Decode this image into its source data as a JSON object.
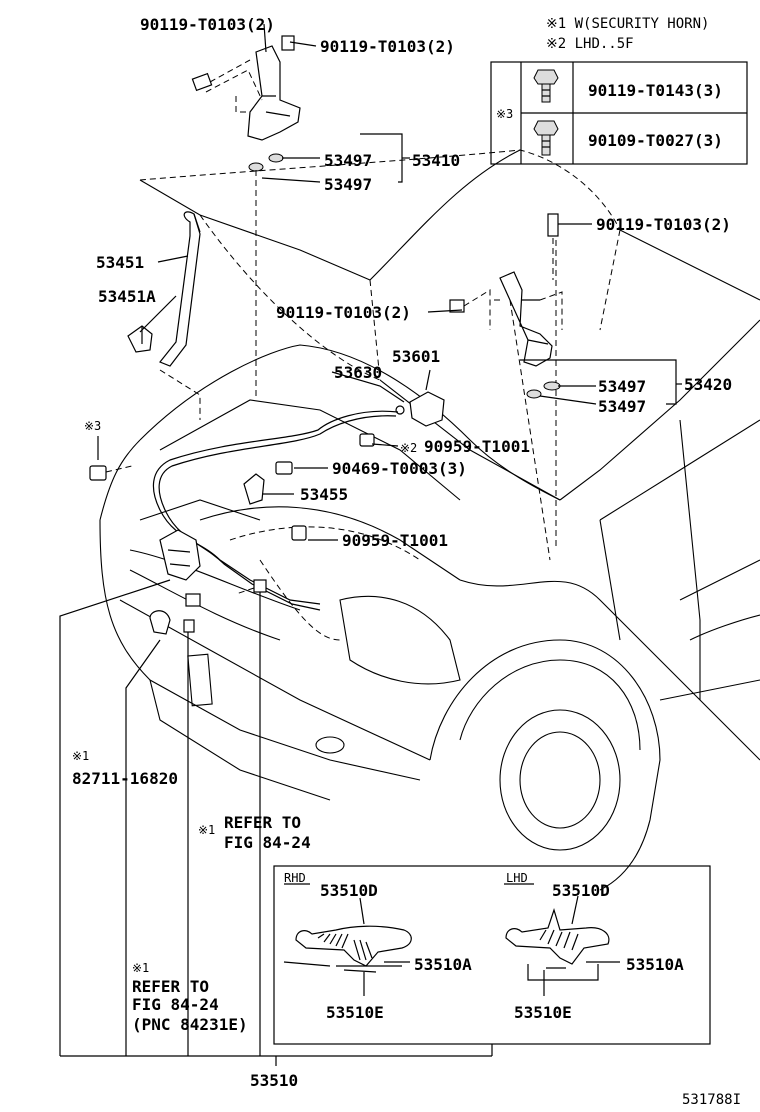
{
  "notes": {
    "note1": "※1 W(SECURITY HORN)",
    "note2": "※2 LHD..5F"
  },
  "table": {
    "marker": "※3",
    "rows": [
      {
        "part": "90119-T0143(3)"
      },
      {
        "part": "90109-T0027(3)"
      }
    ]
  },
  "labels": {
    "hinge_bolt_a": "90119-T0103(2)",
    "hinge_bolt_b": "90119-T0103(2)",
    "washer_l1": "53497",
    "washer_l2": "53497",
    "hinge_l": "53410",
    "bolt_r_top": "90119-T0103(2)",
    "bolt_r_mid": "90119-T0103(2)",
    "washer_r1": "53497",
    "washer_r2": "53497",
    "hinge_r": "53420",
    "support_rod": "53451",
    "rod_holder": "53451A",
    "cable": "53630",
    "lever": "53601",
    "clamp_lhd_marker": "※2",
    "clamp_lhd": "90959-T1001",
    "clamp_a": "90469-T0003(3)",
    "hook": "53455",
    "clamp_b": "90959-T1001",
    "note3_marker": "※3",
    "horn_marker": "※1",
    "horn_part": "82711-16820",
    "ref1_marker": "※1",
    "ref1_line1": "REFER TO",
    "ref1_line2": "FIG 84-24",
    "ref2_marker": "※1",
    "ref2_line1": "REFER TO",
    "ref2_line2": "FIG 84-24",
    "ref2_line3": "(PNC 84231E)",
    "lock_assy": "53510",
    "diagram_id": "531788I"
  },
  "inset": {
    "rhd_label": "RHD",
    "lhd_label": "LHD",
    "rhd_spring": "53510D",
    "rhd_a": "53510A",
    "rhd_e": "53510E",
    "lhd_spring": "53510D",
    "lhd_a": "53510A",
    "lhd_e": "53510E"
  }
}
